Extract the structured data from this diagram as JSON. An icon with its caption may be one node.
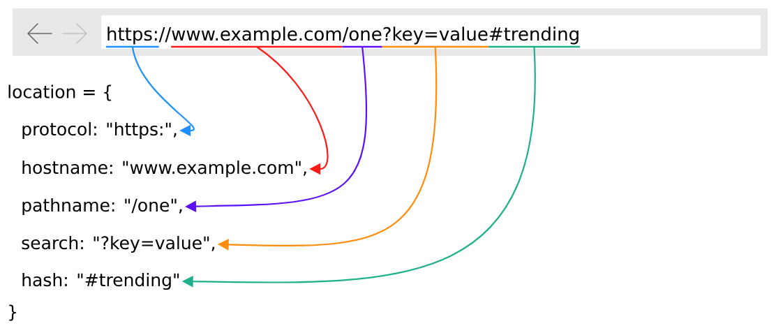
{
  "diagram": {
    "nodes": [
      {
        "text": [],
        "shape": "box"
      },
      {
        "text": [
          "https:"
        ],
        "in": 0
      },
      {
        "text": [
          "www.example.com"
        ],
        "in": 0
      },
      {
        "text": [
          "/one"
        ],
        "in": 0
      },
      {
        "text": [
          "?key=value"
        ],
        "in": 0
      },
      {
        "text": [
          "#trending"
        ],
        "in": 0
      },
      {
        "text": [
          "protocol: \"https:\","
        ]
      },
      {
        "text": [
          "hostname: \"www.example.com\","
        ]
      },
      {
        "text": [
          "pathname: \"/one\","
        ]
      },
      {
        "text": [
          "search: \"?key=value\","
        ]
      },
      {
        "text": [
          "hash: \"#trending\""
        ]
      }
    ],
    "edges": [
      {
        "from": 1,
        "to": 6,
        "arrow": "to",
        "color": "#1e90ff"
      },
      {
        "from": 2,
        "to": 7,
        "arrow": "to",
        "color": "#ff1a1a"
      },
      {
        "from": 3,
        "to": 8,
        "arrow": "to",
        "color": "#5b10f5"
      },
      {
        "from": 4,
        "to": 9,
        "arrow": "to",
        "color": "#ff8c0a"
      },
      {
        "from": 5,
        "to": 10,
        "arrow": "to",
        "color": "#1fb08a"
      }
    ],
    "labels": [
      "//",
      "location = {",
      "}"
    ]
  }
}
